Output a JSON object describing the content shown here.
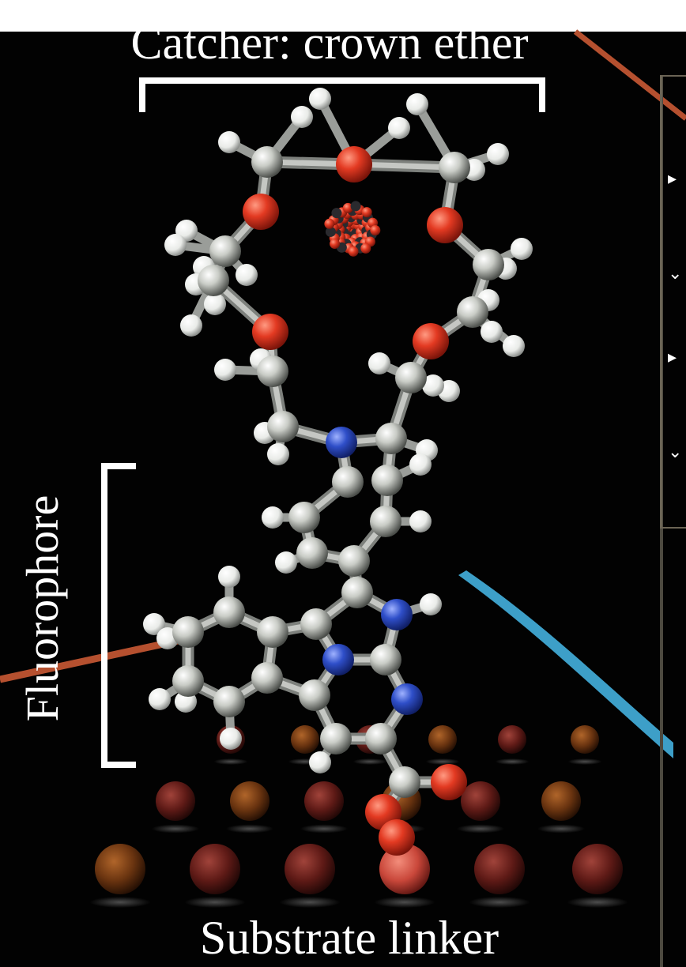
{
  "labels": {
    "catcher": "Catcher: crown ether",
    "fluorophore": "Fluorophore",
    "substrate": "Substrate linker"
  },
  "colors": {
    "background": "#020202",
    "carbon": "#c9ccc6",
    "hydrogen": "#ffffff",
    "oxygen": "#e33a22",
    "nitrogen": "#2f4fc9",
    "substrate_atom": "#6e1d18",
    "metal_ion": "#d8332a",
    "arrow_orange": "#b5502f",
    "arrow_blue": "#3d9fc8",
    "bracket": "#ffffff"
  }
}
